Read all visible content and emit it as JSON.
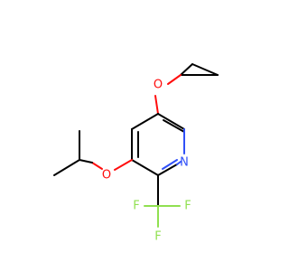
{
  "molecule": {
    "atoms": {
      "O_top": {
        "symbol": "O",
        "color": "#ff0d0d"
      },
      "O_left": {
        "symbol": "O",
        "color": "#ff0d0d"
      },
      "N": {
        "symbol": "N",
        "color": "#3050f8"
      },
      "F1": {
        "symbol": "F",
        "color": "#90e050"
      },
      "F2": {
        "symbol": "F",
        "color": "#90e050"
      },
      "F3": {
        "symbol": "F",
        "color": "#90e050"
      }
    },
    "bond_colors": {
      "carbon": "#000000",
      "oxygen": "#ff0d0d",
      "nitrogen": "#3050f8",
      "fluorine": "#90e050"
    }
  }
}
